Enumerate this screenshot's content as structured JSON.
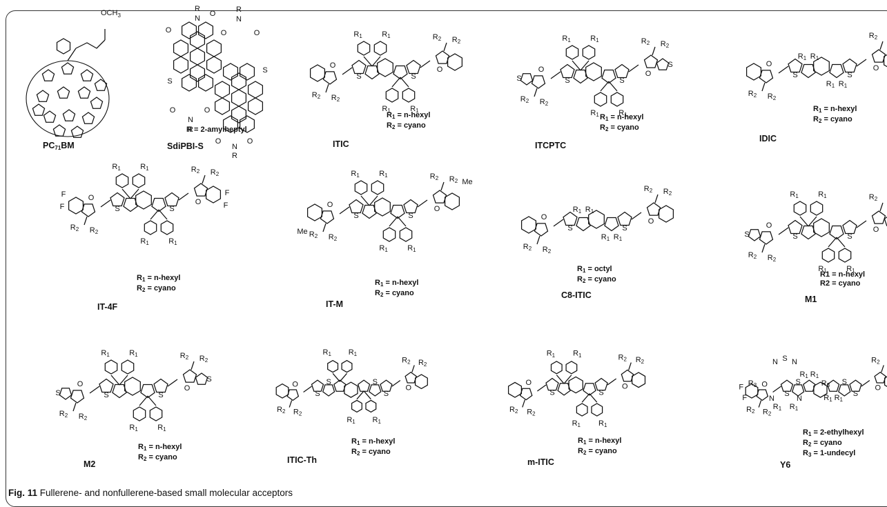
{
  "figure": {
    "caption_label": "Fig. 11",
    "caption_text": "Fullerene- and nonfullerene-based small molecular acceptors"
  },
  "compounds": [
    {
      "id": "pc71bm",
      "name_main": "PC",
      "name_sub": "71",
      "name_end": "BM",
      "substituent": "OCH3",
      "substituent_main": "OCH",
      "substituent_sub": "3",
      "defs": []
    },
    {
      "id": "sdipbi-s",
      "name": "SdiPBI-S",
      "defs": [
        "R = 2-amylheptyl"
      ]
    },
    {
      "id": "itic",
      "name": "ITIC",
      "defs": [
        "R1 = n-hexyl",
        "R2 = cyano"
      ]
    },
    {
      "id": "itcptc",
      "name": "ITCPTC",
      "defs": [
        "R1 = n-hexyl",
        "R2 = cyano"
      ]
    },
    {
      "id": "idic",
      "name": "IDIC",
      "defs": [
        "R1 = n-hexyl",
        "R2 = cyano"
      ]
    },
    {
      "id": "it-4f",
      "name": "IT-4F",
      "defs": [
        "R1 = n-hexyl",
        "R2 = cyano"
      ]
    },
    {
      "id": "it-m",
      "name": "IT-M",
      "defs": [
        "R1 = n-hexyl",
        "R2 = cyano"
      ]
    },
    {
      "id": "c8-itic",
      "name": "C8-ITIC",
      "defs": [
        "R1 = octyl",
        "R2 = cyano"
      ]
    },
    {
      "id": "m1",
      "name": "M1",
      "defs": [
        "R1 = n-hexyl",
        "R2 = cyano"
      ],
      "plain_defs": true
    },
    {
      "id": "m2",
      "name": "M2",
      "defs": [
        "R1 = n-hexyl",
        "R2 = cyano"
      ]
    },
    {
      "id": "itic-th",
      "name": "ITIC-Th",
      "defs": [
        "R1 = n-hexyl",
        "R2 = cyano"
      ]
    },
    {
      "id": "m-itic",
      "name": "m-ITIC",
      "defs": [
        "R1 = n-hexyl",
        "R2 = cyano"
      ]
    },
    {
      "id": "y6",
      "name": "Y6",
      "defs": [
        "R1 = 2-ethylhexyl",
        "R2 = cyano",
        "R3 = 1-undecyl"
      ]
    }
  ],
  "atom_labels": {
    "S": "S",
    "O": "O",
    "N": "N",
    "F": "F",
    "Me": "Me",
    "R": "R",
    "R1": "R1",
    "R2": "R2",
    "R3": "R3"
  }
}
